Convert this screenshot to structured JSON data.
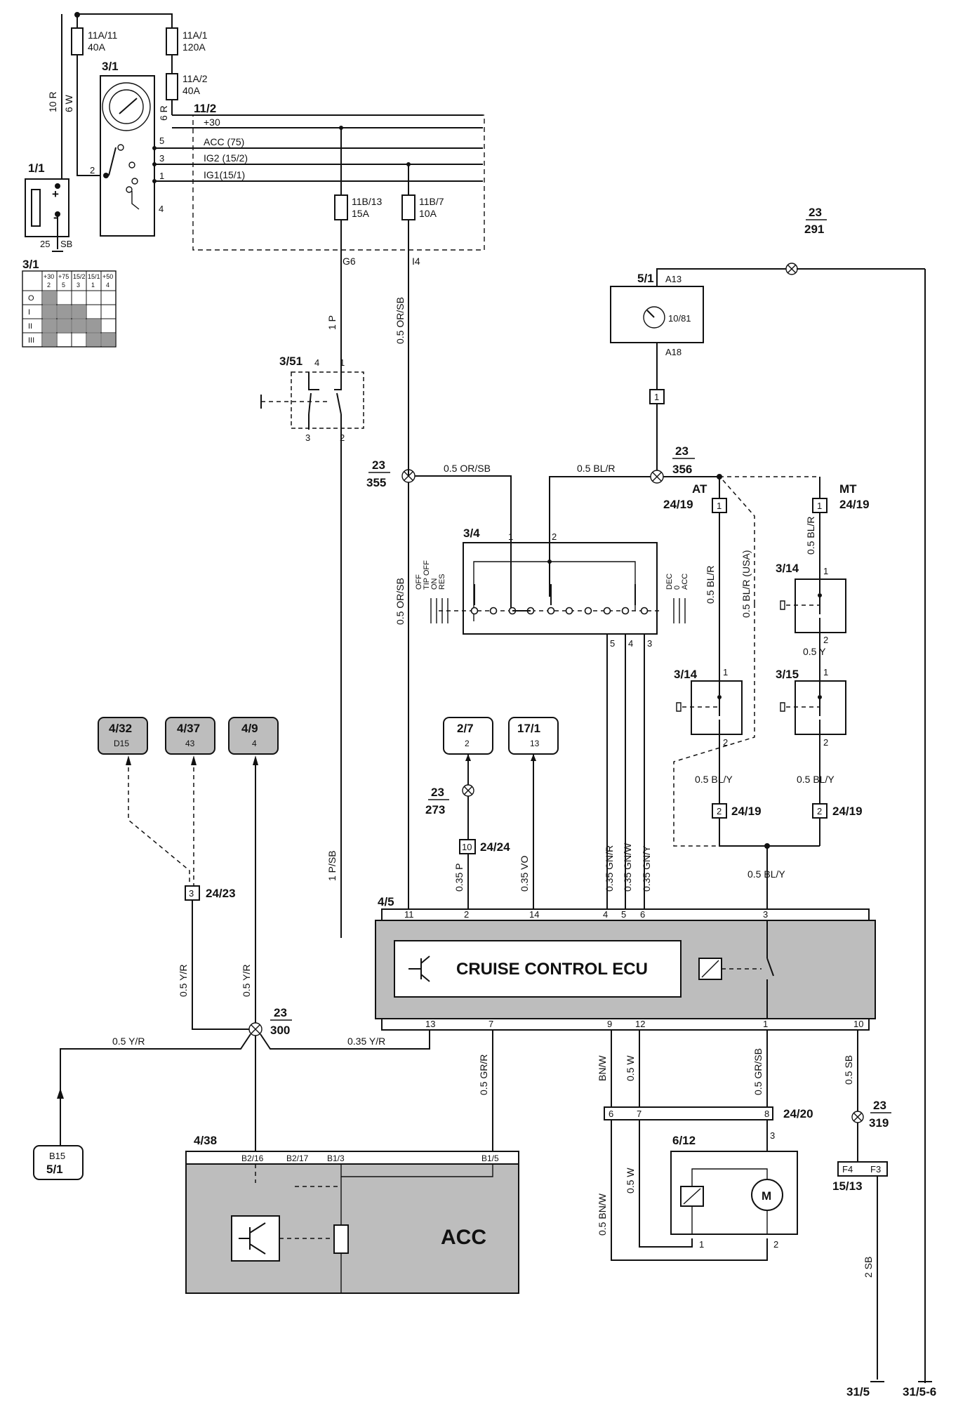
{
  "battery": {
    "ref": "1/1",
    "ground_label": "25",
    "ground_wire": "SB",
    "plus": "+",
    "minus": "-"
  },
  "fuses_top": [
    {
      "id": "11A/11",
      "rating": "40A"
    },
    {
      "id": "11A/1",
      "rating": "120A"
    },
    {
      "id": "11A/2",
      "rating": "40A"
    }
  ],
  "wires_top": {
    "left": "10 R",
    "mid": "6 W",
    "right": "6 R"
  },
  "ignition_switch": {
    "ref": "3/1",
    "pin_left": "2",
    "pins": [
      "5",
      "3",
      "1",
      "4"
    ]
  },
  "fuse_box": {
    "ref": "11/2",
    "rails": [
      "+30",
      "ACC (75)",
      "IG2 (15/2)",
      "IG1(15/1)"
    ],
    "fuses": [
      {
        "id": "11B/13",
        "rating": "15A",
        "out": "G6"
      },
      {
        "id": "11B/7",
        "rating": "10A",
        "out": "I4"
      }
    ]
  },
  "switch_table": {
    "ref": "3/1",
    "terminals": [
      "+30",
      "+75",
      "15/2",
      "15/1",
      "+50"
    ],
    "pins": [
      "2",
      "5",
      "3",
      "1",
      "4"
    ],
    "positions": [
      "O",
      "I",
      "II",
      "III"
    ]
  },
  "speedometer": {
    "ref": "5/1",
    "pin_top": "A13",
    "pin_bottom": "A18",
    "sub": "10/81",
    "connector": "1"
  },
  "splices": [
    {
      "num": "23",
      "id": "291"
    },
    {
      "num": "23",
      "id": "355"
    },
    {
      "num": "23",
      "id": "356"
    },
    {
      "num": "23",
      "id": "273"
    },
    {
      "num": "23",
      "id": "300"
    },
    {
      "num": "23",
      "id": "319"
    }
  ],
  "brake_switch": {
    "ref": "3/51",
    "pins": [
      "4",
      "1",
      "3",
      "2"
    ]
  },
  "wire_labels": {
    "p1": "1 P",
    "orsb_vert": "0.5 OR/SB",
    "orsb_vert2": "0.5 OR/SB",
    "orsb_h": "0.5 OR/SB",
    "blr_h": "0.5 BL/R",
    "blr_at": "0.5 BL/R",
    "blr_usa": "0.5 BL/R (USA)",
    "blr_mt": "0.5 BL/R",
    "y_mt": "0.5 Y",
    "bly_1": "0.5 BL/Y",
    "bly_2": "0.5 BL/Y",
    "bly_3": "0.5 BL/Y",
    "psb": "1 P/SB",
    "p035": "0.35 P",
    "vo": "0.35 VO",
    "gnr": "0.35 GN/R",
    "gnw": "0.35 GN/W",
    "gny": "0.35 GN/Y",
    "yr_left": "0.5 Y/R",
    "yr_right": "0.5 Y/R",
    "yr_h": "0.5 Y/R",
    "yr_035": "0.35 Y/R",
    "grr": "0.5 GR/R",
    "bnw": "BN/W",
    "w05": "0.5 W",
    "grsb": "0.5 GR/SB",
    "sb05": "0.5 SB",
    "bnw2": "0.5 BN/W",
    "w05b": "0.5 W",
    "sb2": "2 SB"
  },
  "at_mt": {
    "at": "AT",
    "mt": "MT",
    "conn": "24/19"
  },
  "control_switch": {
    "ref": "3/4",
    "left_labels": [
      "OFF",
      "TIP OFF",
      "ON",
      "RES"
    ],
    "right_labels": [
      "DEC",
      "0",
      "ACC"
    ],
    "pins_top": [
      "1",
      "2"
    ],
    "pins_bottom": [
      "5",
      "4",
      "3"
    ]
  },
  "brake_pedal_switches": [
    {
      "ref": "3/14",
      "pins": [
        "1",
        "2"
      ]
    },
    {
      "ref": "3/14",
      "pins": [
        "1",
        "2"
      ]
    },
    {
      "ref": "3/15",
      "pins": [
        "1",
        "2"
      ]
    }
  ],
  "connectors_small": {
    "c24_19a": {
      "pin": "1",
      "id": "24/19"
    },
    "c24_19b": {
      "pin": "2",
      "id": "24/19"
    },
    "c24_24": {
      "pin": "10",
      "id": "24/24"
    },
    "c24_23": {
      "pin": "3",
      "id": "24/23"
    }
  },
  "refs_shaded": [
    {
      "ref": "4/32",
      "pin": "D15"
    },
    {
      "ref": "4/37",
      "pin": "43"
    },
    {
      "ref": "4/9",
      "pin": "4"
    }
  ],
  "refs_plain": [
    {
      "ref": "2/7",
      "pin": "2"
    },
    {
      "ref": "17/1",
      "pin": "13"
    }
  ],
  "ecu": {
    "ref": "4/5",
    "title": "CRUISE CONTROL ECU",
    "pins_top": [
      "11",
      "2",
      "14",
      "4",
      "5",
      "6",
      "3"
    ],
    "pins_bottom": [
      "13",
      "7",
      "9",
      "12",
      "1",
      "10"
    ]
  },
  "connector_24_20": {
    "id": "24/20",
    "pins": [
      "6",
      "7",
      "8"
    ]
  },
  "motor": {
    "ref": "6/12",
    "label": "M",
    "pins": [
      "3",
      "1",
      "2"
    ]
  },
  "ground_conn": {
    "ref": "15/13",
    "pins": [
      "F4",
      "F3"
    ]
  },
  "b15": {
    "pin": "B15",
    "ref": "5/1"
  },
  "acc": {
    "ref": "4/38",
    "title": "ACC",
    "pins": [
      "B2/16",
      "B2/17",
      "B1/3",
      "B1/5"
    ]
  },
  "grounds": [
    "31/5",
    "31/5-6"
  ]
}
